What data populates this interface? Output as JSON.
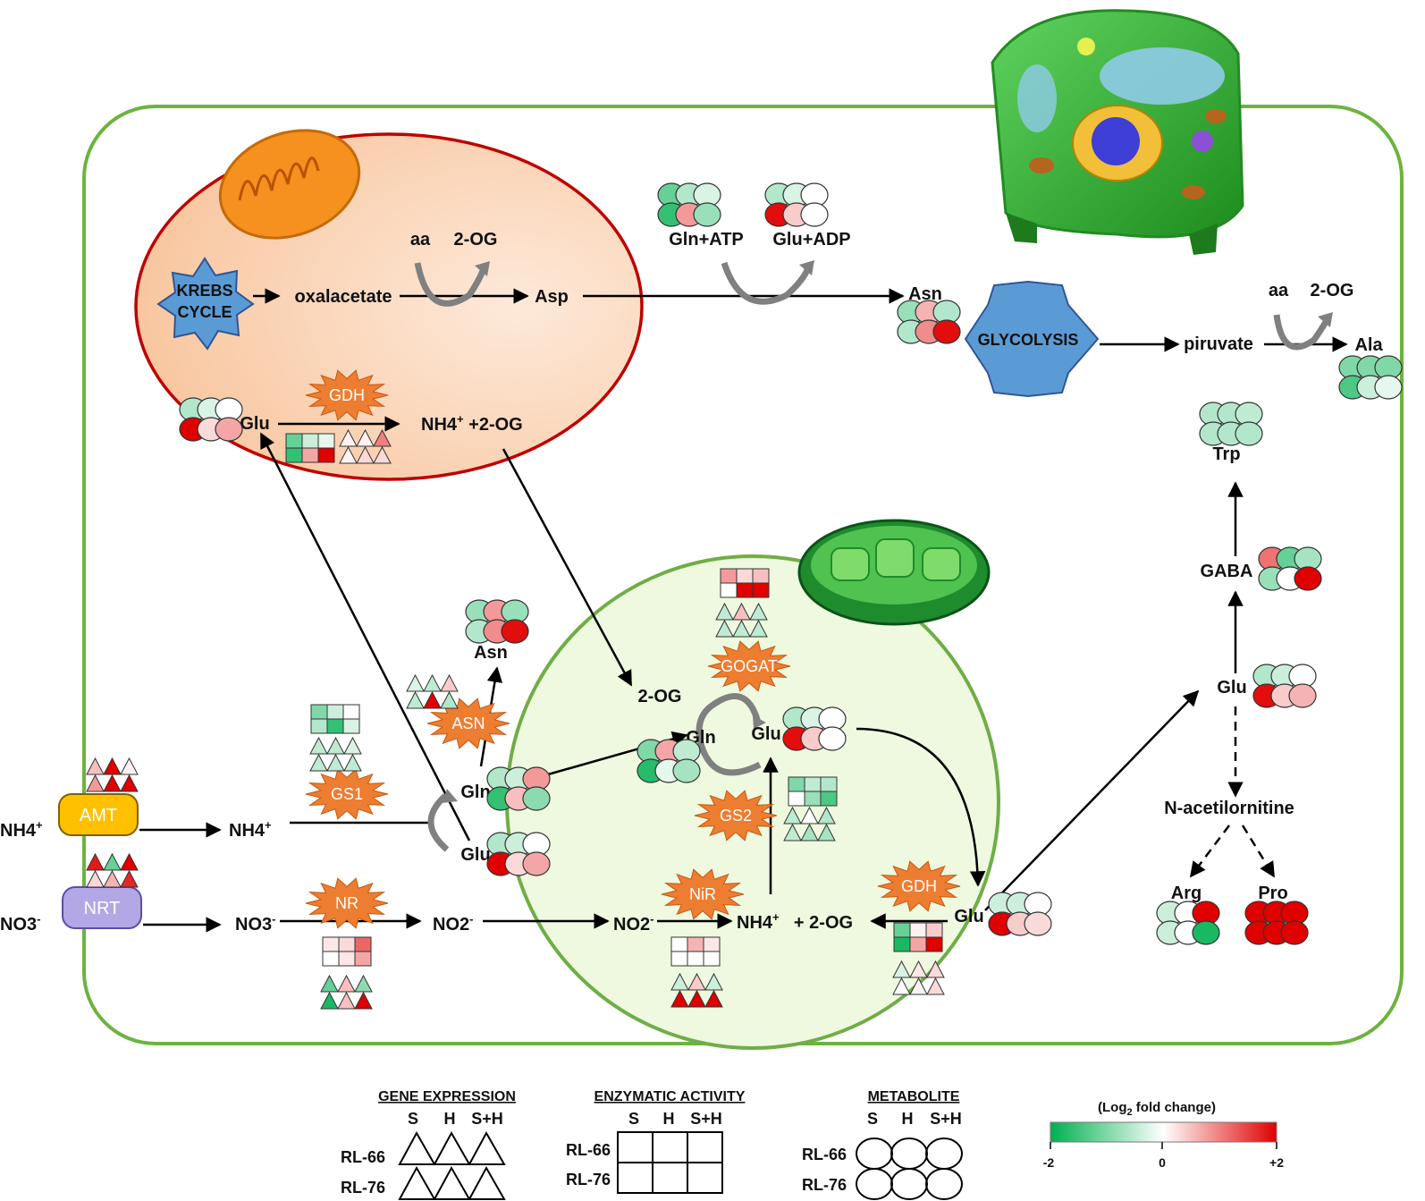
{
  "colors": {
    "cell_border": "#6db33f",
    "mito_fill": "#fbd4b4",
    "mito_border": "#c00000",
    "chloro_fill": "#eef9df",
    "chloro_border": "#70ad47",
    "enzyme_star": "#ed7d31",
    "polygon_fill": "#5b9bd5",
    "amt_fill": "#ffc000",
    "nrt_fill": "#b4a7e5",
    "scale_low": "#00b050",
    "scale_mid": "#ffffff",
    "scale_high": "#e00000"
  },
  "metabolites": {
    "mito_aa": "aa",
    "mito_2og": "2-OG",
    "oxalacetate": "oxalacetate",
    "mito_asp": "Asp",
    "mito_glu": "Glu",
    "mito_nh4": "NH4",
    "mito_nh4_sup": "+",
    "mito_nh4_rest": " +2-OG",
    "gln_atp": "Gln+ATP",
    "glu_adp": "Glu+ADP",
    "asn_top": "Asn",
    "piruvate": "piruvate",
    "gly_aa": "aa",
    "gly_2og": "2-OG",
    "ala": "Ala",
    "trp": "Trp",
    "gaba": "GABA",
    "glu_right": "Glu",
    "nacetil": "N-acetilornitine",
    "arg": "Arg",
    "pro": "Pro",
    "asn_cyt": "Asn",
    "gln_cyt": "Gln",
    "glu_cyt": "Glu",
    "chl_2og": "2-OG",
    "chl_gln": "Gln",
    "chl_glu": "Glu",
    "chl_glu2": "Glu",
    "chl_nh4": "NH4",
    "chl_nh4_sup": "+",
    "chl_2og_b": "+ 2-OG",
    "chl_no2": "NO2",
    "chl_no2_sup": "-",
    "cyt_no2": "NO2",
    "cyt_no2_sup": "-",
    "cyt_no3": "NO3",
    "cyt_no3_sup": "-",
    "cyt_nh4": "NH4",
    "cyt_nh4_sup": "+",
    "ext_nh4": "NH4",
    "ext_nh4_sup": "+",
    "ext_no3": "NO3",
    "ext_no3_sup": "-"
  },
  "pathways": {
    "krebs_line1": "KREBS",
    "krebs_line2": "CYCLE",
    "glycolysis": "GLYCOLYSIS"
  },
  "transporters": {
    "amt": "AMT",
    "nrt": "NRT"
  },
  "enzymes": {
    "gdh_mito": "GDH",
    "gogat": "GOGAT",
    "asn": "ASN",
    "gs1": "GS1",
    "gs2": "GS2",
    "nr": "NR",
    "nir": "NiR",
    "gdh_chl": "GDH"
  },
  "legend": {
    "gene_title": "GENE EXPRESSION",
    "enzyme_title": "ENZYMATIC ACTIVITY",
    "metab_title": "METABOLITE",
    "col_s": "S",
    "col_h": "H",
    "col_sh": "S+H",
    "row_rl66": "RL-66",
    "row_rl76": "RL-76",
    "scale_title_pre": "(Log",
    "scale_title_sub": "2",
    "scale_title_post": " fold change)",
    "scale_min": "-2",
    "scale_mid": "0",
    "scale_max": "+2"
  },
  "glyph_values": {
    "metab_mito_glu": [
      -0.6,
      -0.3,
      0,
      2,
      0.3,
      0.7
    ],
    "metab_gln_atp": [
      -1.2,
      -0.6,
      -0.3,
      -1.6,
      0.8,
      -0.8
    ],
    "metab_glu_adp": [
      -0.6,
      -0.3,
      0,
      1.9,
      0.4,
      0
    ],
    "metab_asn_top": [
      -0.8,
      0.6,
      -0.6,
      -0.6,
      0.9,
      1.9
    ],
    "metab_ala": [
      -1.0,
      -1.0,
      -1.0,
      -1.4,
      -0.4,
      -0.2
    ],
    "metab_trp": [
      -0.6,
      -0.6,
      -0.5,
      -0.6,
      -0.6,
      -0.6
    ],
    "metab_gaba": [
      1.1,
      -1.2,
      -0.7,
      -0.8,
      0,
      2
    ],
    "metab_glu_right": [
      -0.6,
      -0.4,
      0,
      1.9,
      0.4,
      0.6
    ],
    "metab_arg": [
      -0.4,
      0,
      2,
      -0.4,
      0,
      -1.8
    ],
    "metab_pro": [
      2,
      2,
      2,
      2,
      2,
      2
    ],
    "metab_asn_cyt": [
      -0.8,
      0.8,
      -0.8,
      -0.6,
      0.9,
      1.9
    ],
    "metab_gln_cyt": [
      -0.6,
      -0.4,
      0.8,
      -1.6,
      0.5,
      -0.9
    ],
    "metab_glu_cyt": [
      -0.6,
      -0.4,
      0,
      2,
      0.3,
      0.7
    ],
    "metab_chl_gln": [
      -1.0,
      0.7,
      -0.5,
      -1.7,
      -0.2,
      -0.7
    ],
    "metab_chl_glu": [
      -0.6,
      -0.3,
      0,
      1.9,
      0.4,
      0
    ],
    "metab_chl_glu2": [
      -0.4,
      -0.4,
      0,
      2,
      0.4,
      0.3
    ],
    "enz_gdh_mito": [
      -1.2,
      -0.4,
      -0.2,
      -1.6,
      0.7,
      2
    ],
    "enz_gogat": [
      0.8,
      0.3,
      0.5,
      0,
      2,
      2
    ],
    "enz_gs1": [
      -1.0,
      -0.4,
      0,
      -0.6,
      -1.6,
      -0.3
    ],
    "enz_gs2": [
      -1.0,
      -0.5,
      -0.6,
      0,
      -0.8,
      -1.4
    ],
    "enz_nr": [
      0.2,
      0.3,
      1.2,
      0,
      0.2,
      0.7
    ],
    "enz_nir": [
      0,
      0.6,
      0.2,
      0,
      0,
      0
    ],
    "enz_gdh_chl": [
      -1.2,
      0.1,
      0.4,
      -1.8,
      0.7,
      2
    ],
    "gene_gdh_mito": [
      0.1,
      0.1,
      1.0,
      0.1,
      0.3,
      0.3
    ],
    "gene_gogat": [
      -0.5,
      0.5,
      -0.5,
      -0.5,
      -0.5,
      -0.5
    ],
    "gene_asn": [
      -0.3,
      -0.5,
      0.4,
      -0.5,
      2,
      -0.6
    ],
    "gene_gs1": [
      -0.5,
      -0.5,
      -0.3,
      -0.5,
      -0.5,
      -0.5
    ],
    "gene_gs2": [
      -0.5,
      0,
      -0.6,
      -0.5,
      -0.7,
      -0.7
    ],
    "gene_nr": [
      -1.2,
      0.5,
      -0.9,
      -1.8,
      0.5,
      2
    ],
    "gene_nir": [
      -0.4,
      0.4,
      -0.4,
      2,
      2,
      2
    ],
    "gene_gdh_chl": [
      -0.3,
      0.2,
      0.3,
      0,
      0.1,
      0.3
    ],
    "gene_amt": [
      0.5,
      2,
      0.1,
      0.8,
      2,
      2
    ],
    "gene_nrt": [
      1.8,
      -1.2,
      2,
      0.3,
      0.6,
      1.7
    ]
  }
}
